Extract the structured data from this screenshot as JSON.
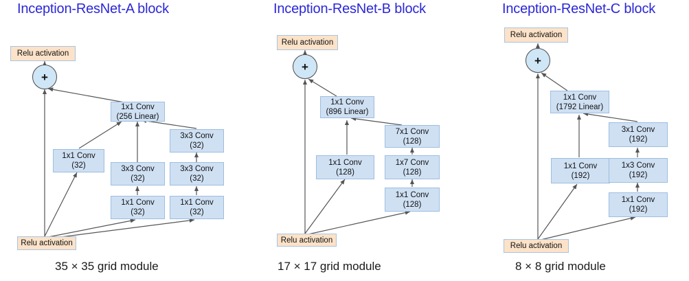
{
  "diagram": {
    "type": "network-architecture",
    "background": "#ffffff",
    "accent_title_color": "#2b27d6",
    "conv_fill": "#cfe0f3",
    "conv_stroke": "#9dbde0",
    "relu_fill": "#fbe2c8",
    "relu_stroke": "#a8c4e3",
    "sum_fill": "#cfe6f7",
    "edge_color": "#555555"
  },
  "panels": [
    {
      "id": "a",
      "title": "Inception-ResNet-A block",
      "caption": "35 × 35 grid module",
      "nodes": {
        "top_relu": {
          "line1": "Relu activation",
          "line2": ""
        },
        "sum": {
          "line1": "+",
          "line2": ""
        },
        "merge_conv": {
          "line1": "1x1 Conv",
          "line2": "(256 Linear)"
        },
        "branch1_conv": {
          "line1": "1x1 Conv",
          "line2": "(32)"
        },
        "branch2_top": {
          "line1": "3x3 Conv",
          "line2": "(32)"
        },
        "branch2_bottom": {
          "line1": "1x1 Conv",
          "line2": "(32)"
        },
        "branch3_top": {
          "line1": "3x3 Conv",
          "line2": "(32)"
        },
        "branch3_mid": {
          "line1": "3x3 Conv",
          "line2": "(32)"
        },
        "branch3_bottom": {
          "line1": "1x1 Conv",
          "line2": "(32)"
        },
        "bottom_relu": {
          "line1": "Relu activation",
          "line2": ""
        }
      }
    },
    {
      "id": "b",
      "title": "Inception-ResNet-B block",
      "caption": "17 × 17 grid module",
      "nodes": {
        "top_relu": {
          "line1": "Relu activation",
          "line2": ""
        },
        "sum": {
          "line1": "+",
          "line2": ""
        },
        "merge_conv": {
          "line1": "1x1 Conv",
          "line2": "(896 Linear)"
        },
        "branch2_conv": {
          "line1": "1x1 Conv",
          "line2": "(128)"
        },
        "branch3_top": {
          "line1": "7x1 Conv",
          "line2": "(128)"
        },
        "branch3_mid": {
          "line1": "1x7 Conv",
          "line2": "(128)"
        },
        "branch3_bottom": {
          "line1": "1x1 Conv",
          "line2": "(128)"
        },
        "bottom_relu": {
          "line1": "Relu activation",
          "line2": ""
        }
      }
    },
    {
      "id": "c",
      "title": "Inception-ResNet-C block",
      "caption": "8 × 8 grid module",
      "nodes": {
        "top_relu": {
          "line1": "Relu activation",
          "line2": ""
        },
        "sum": {
          "line1": "+",
          "line2": ""
        },
        "merge_conv": {
          "line1": "1x1 Conv",
          "line2": "(1792 Linear)"
        },
        "branch2_conv": {
          "line1": "1x1 Conv",
          "line2": "(192)"
        },
        "branch3_top": {
          "line1": "3x1 Conv",
          "line2": "(192)"
        },
        "branch3_mid": {
          "line1": "1x3 Conv",
          "line2": "(192)"
        },
        "branch3_bottom": {
          "line1": "1x1 Conv",
          "line2": "(192)"
        },
        "bottom_relu": {
          "line1": "Relu activation",
          "line2": ""
        }
      }
    }
  ]
}
